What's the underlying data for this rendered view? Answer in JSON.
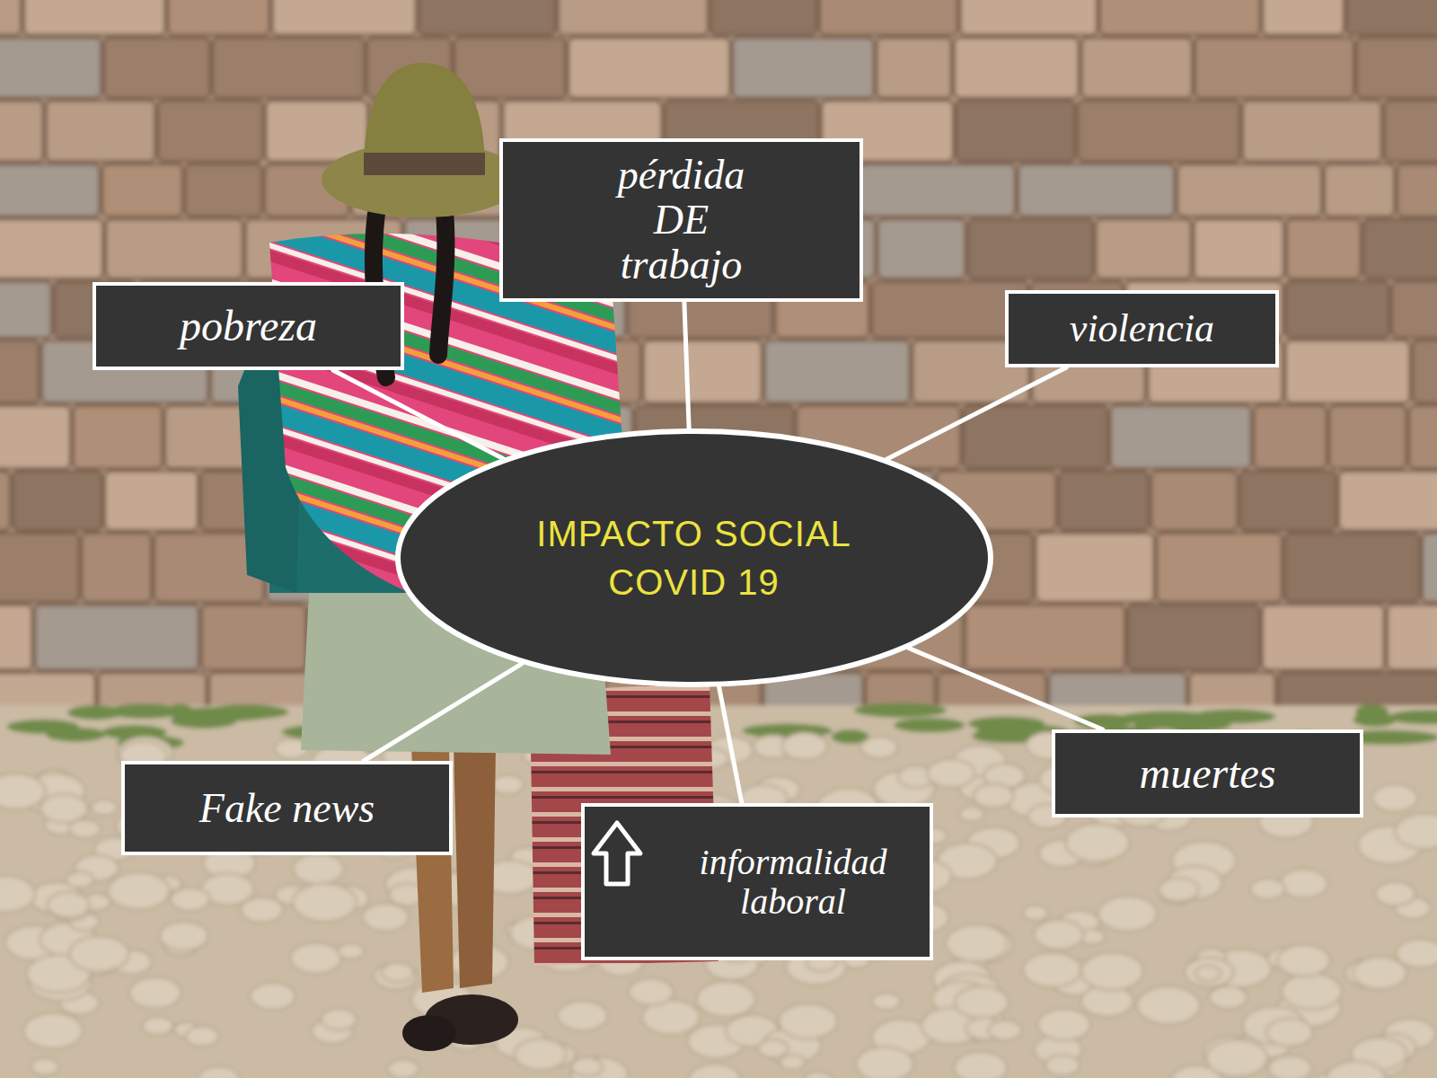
{
  "diagram": {
    "nodes": [
      {
        "text": [
          "pérdida DE trabajo"
        ]
      },
      {
        "text": [
          "pobreza"
        ]
      },
      {
        "text": [
          "violencia"
        ]
      },
      {
        "text": [
          "IMPACTO SOCIAL COVID 19"
        ]
      },
      {
        "text": [
          "muertes"
        ]
      },
      {
        "text": [
          "Fake news"
        ]
      },
      {
        "text": [
          "informalidad laboral"
        ]
      }
    ],
    "edges": [
      {
        "from": 3,
        "to": 0,
        "arrow": "none"
      },
      {
        "from": 3,
        "to": 1,
        "arrow": "none"
      },
      {
        "from": 3,
        "to": 2,
        "arrow": "none"
      },
      {
        "from": 3,
        "to": 4,
        "arrow": "none"
      },
      {
        "from": 3,
        "to": 5,
        "arrow": "none"
      },
      {
        "from": 3,
        "to": 6,
        "arrow": "none"
      }
    ]
  }
}
